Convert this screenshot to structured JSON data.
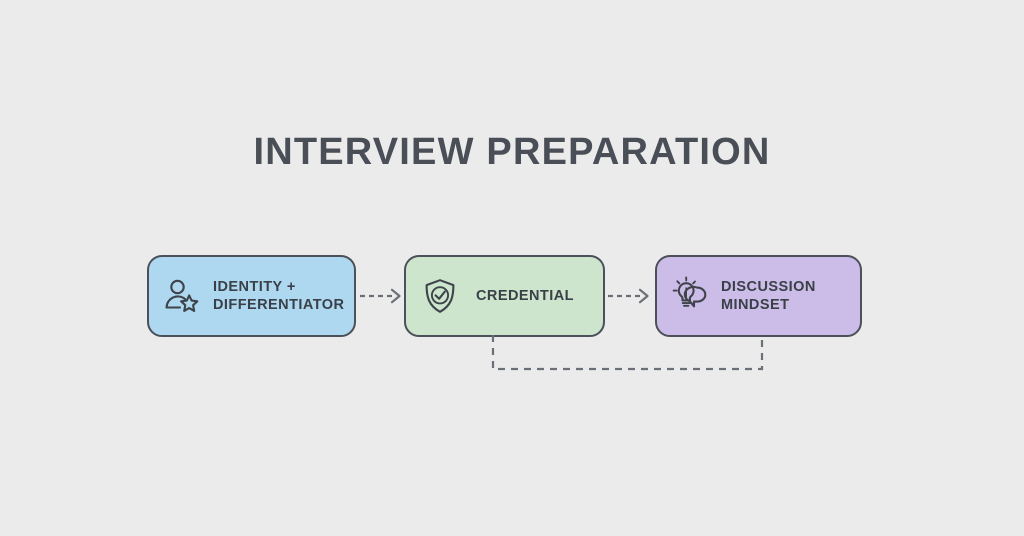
{
  "page": {
    "title": "INTERVIEW PREPARATION",
    "background_color": "#ebebeb",
    "title_color": "#4a4f57"
  },
  "diagram": {
    "type": "flow",
    "orientation": "horizontal",
    "nodes": [
      {
        "id": "identity",
        "label": "IDENTITY +\nDIFFERENTIATOR",
        "icon": "person-star-icon",
        "fill_color": "#aed8f0",
        "border_color": "#4b5059",
        "text_color": "#3a4048"
      },
      {
        "id": "credential",
        "label": "CREDENTIAL",
        "icon": "shield-check-icon",
        "fill_color": "#cce5cc",
        "border_color": "#4b5059",
        "text_color": "#3a4048"
      },
      {
        "id": "discussion",
        "label": "DISCUSSION\nMINDSET",
        "icon": "lightbulb-speech-icon",
        "fill_color": "#ccbce8",
        "border_color": "#4b5059",
        "text_color": "#3a4048"
      }
    ],
    "connectors": [
      {
        "id": "arrow-1",
        "from": "identity",
        "to": "credential",
        "style": "dashed",
        "arrowhead": true,
        "color": "#6b7078"
      },
      {
        "id": "arrow-2",
        "from": "credential",
        "to": "discussion",
        "style": "dashed",
        "arrowhead": true,
        "color": "#6b7078"
      },
      {
        "id": "feedback-loop",
        "from": "credential",
        "to": "discussion",
        "style": "dashed",
        "arrowhead": false,
        "color": "#6b7078",
        "routing": "below"
      }
    ]
  }
}
